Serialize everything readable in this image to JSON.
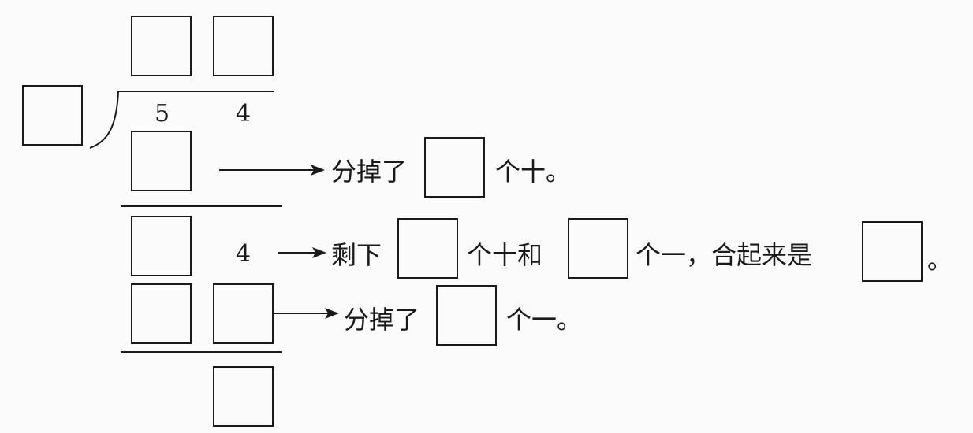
{
  "dividend": {
    "tens": "5",
    "ones": "4"
  },
  "remainder_ones": "4",
  "row1": {
    "before": "分掉了",
    "after": "个十。"
  },
  "row2": {
    "start": "剩下",
    "p1": "个十和",
    "p2": "个一，合起来是",
    "end": "。"
  },
  "row3": {
    "before": "分掉了",
    "after": "个一。"
  }
}
